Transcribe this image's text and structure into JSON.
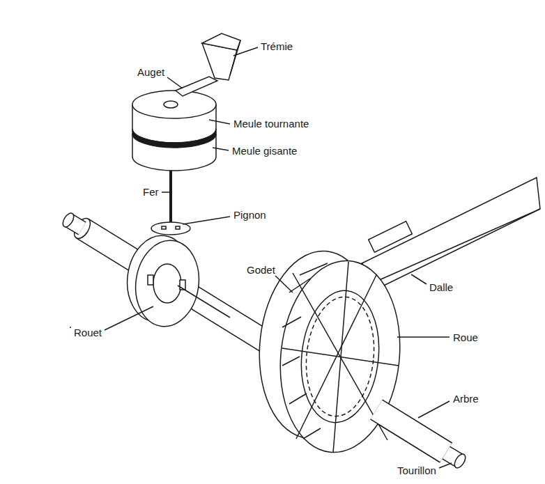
{
  "diagram": {
    "labels": [
      "Trémie",
      "Auget",
      "Meule tournante",
      "Meule gisante",
      "Fer",
      "Pignon",
      "Godet",
      "Dalle",
      "Rouet",
      "Roue",
      "Arbre",
      "Tourillon"
    ]
  }
}
